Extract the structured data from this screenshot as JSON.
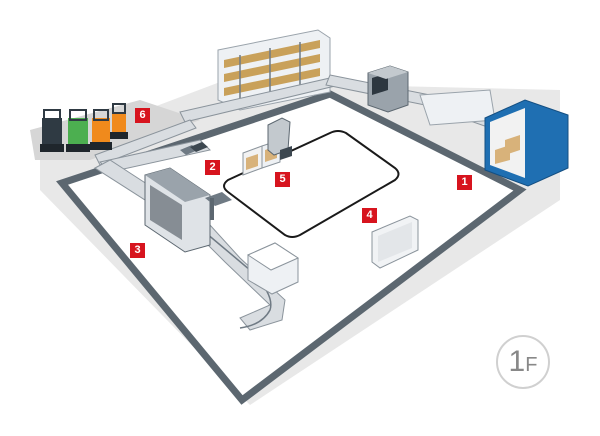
{
  "zones": [
    {
      "number": "1"
    },
    {
      "number": "2"
    },
    {
      "number": "3"
    },
    {
      "number": "4"
    },
    {
      "number": "5"
    },
    {
      "number": "6"
    }
  ],
  "floor_label": {
    "level": "1",
    "letter": "F"
  },
  "colors": {
    "badge": "#d7141e",
    "floor_border": "#5c6770",
    "floor_fill": "#ffffff",
    "ground": "#e6e6e6",
    "container_blue": "#1f6fb2",
    "rack": "#9aa3ab",
    "route_line": "#1a1a1a"
  }
}
